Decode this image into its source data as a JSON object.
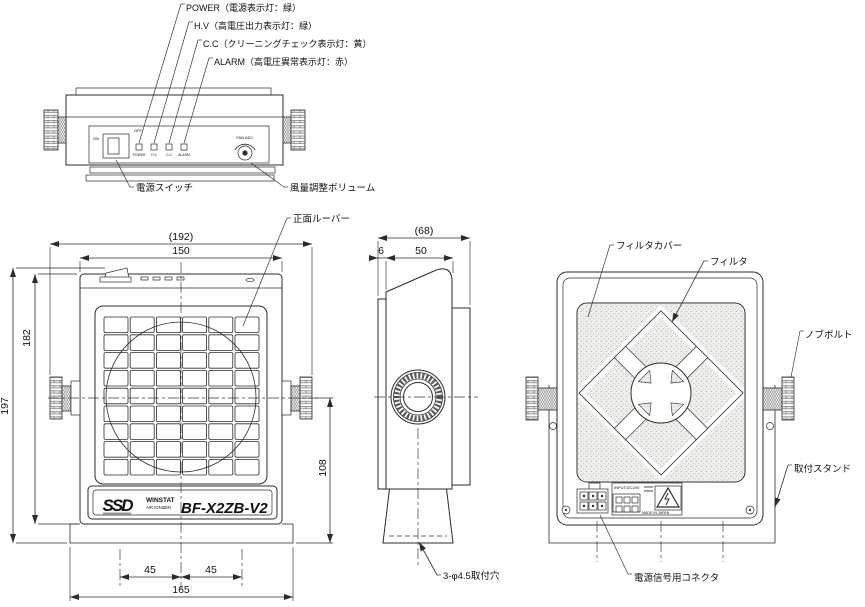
{
  "callouts": {
    "power": "POWER（電源表示灯：緑）",
    "hv": "H.V（高電圧出力表示灯：緑）",
    "cc": "C.C（クリーニングチェック表示灯：黄）",
    "alarm": "ALARM（高電圧異常表示灯：赤）",
    "power_switch": "電源スイッチ",
    "fan_volume": "風量調整ボリューム",
    "front_louver": "正面ルーバー",
    "mount_holes": "3-φ4.5取付穴",
    "filter_cover": "フィルタカバー",
    "filter": "フィルタ",
    "knob_bolt": "ノブボルト",
    "mount_stand": "取付スタンド",
    "power_signal_connector": "電源信号用コネクタ"
  },
  "panel": {
    "on": "ON",
    "off": "OFF",
    "led_labels": [
      "POWER",
      "H.V",
      "C.C",
      "ALARM"
    ],
    "fan_adj": "FAN ADJ."
  },
  "dimensions": {
    "front": {
      "overall_width": "(192)",
      "body_width": "150",
      "overall_height": "197",
      "body_height": "182",
      "center_to_base": "108",
      "hole_pitch_left": "45",
      "hole_pitch_right": "45",
      "base_width": "165"
    },
    "side": {
      "overall_depth": "(68)",
      "louver_depth": "6",
      "body_depth": "50"
    }
  },
  "nameplate": {
    "brand": "SSD",
    "line1": "WINSTAT",
    "line2": "AIR  IONIZER",
    "model": "BF-X2ZB-V2"
  },
  "rating_plate": {
    "input": "INPUT:DC24V",
    "origin": "MADE IN JAPAN"
  }
}
